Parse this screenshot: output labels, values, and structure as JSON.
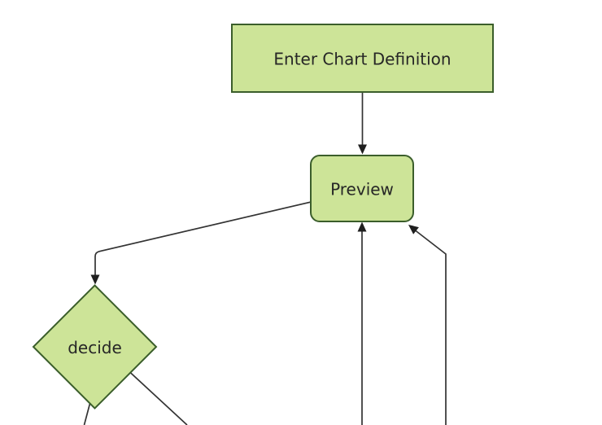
{
  "diagram": {
    "type": "flowchart",
    "direction": "top-down",
    "nodes": [
      {
        "id": "enter-chart-definition",
        "label": "Enter Chart Definition",
        "shape": "rectangle"
      },
      {
        "id": "preview",
        "label": "Preview",
        "shape": "rounded-rectangle"
      },
      {
        "id": "decide",
        "label": "decide",
        "shape": "diamond"
      }
    ],
    "edges": [
      {
        "from": "enter-chart-definition",
        "to": "preview",
        "arrow": "into-preview-top"
      },
      {
        "from": "preview",
        "to": "decide",
        "arrow": "into-decide-top"
      },
      {
        "from": "offscreen-bottom",
        "to": "preview",
        "arrow": "into-preview-bottom"
      },
      {
        "from": "offscreen-bottom-right",
        "to": "preview",
        "arrow": "into-preview-bottom-right-corner"
      },
      {
        "from": "decide",
        "to": "offscreen-bottom-left",
        "arrow": "cropped"
      },
      {
        "from": "decide",
        "to": "offscreen-bottom-right",
        "arrow": "cropped"
      }
    ]
  },
  "colors": {
    "canvas_bg": "#ffffff",
    "node_fill": "#cde498",
    "node_border": "#3b5e2b",
    "edge_line": "#333333",
    "arrowhead": "#1f1f1f",
    "label_text": "#262626"
  }
}
